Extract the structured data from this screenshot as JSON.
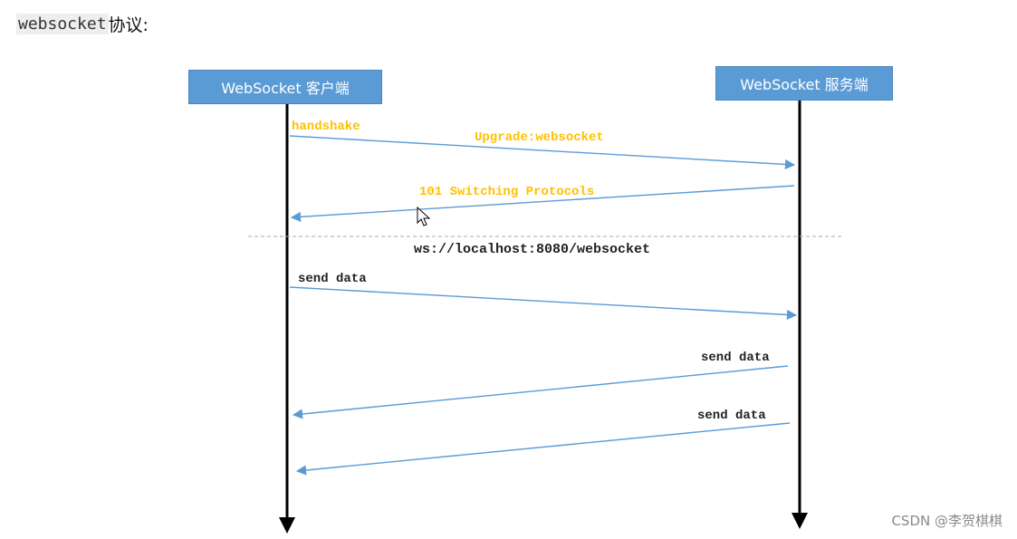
{
  "heading": {
    "code": "websocket",
    "rest": "协议:"
  },
  "actors": {
    "client": "WebSocket 客户端",
    "server": "WebSocket 服务端"
  },
  "messages": {
    "handshake": "handshake",
    "upgrade": "Upgrade:websocket",
    "switching": "101 Switching Protocols",
    "url": "ws://localhost:8080/websocket",
    "send1": "send data",
    "send2": "send data",
    "send3": "send data"
  },
  "watermark": "CSDN @李贺棋棋",
  "colors": {
    "actor_fill": "#5b9bd5",
    "arrow": "#5b9bd5",
    "highlight_text": "#ffc000",
    "lifeline": "#000000"
  }
}
